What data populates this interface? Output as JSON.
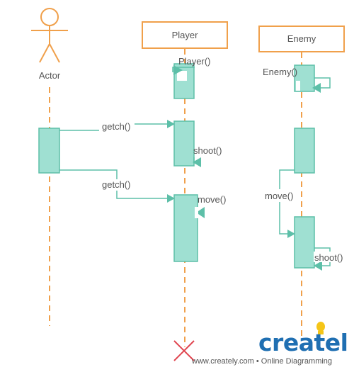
{
  "participants": {
    "actor": "Actor",
    "player": "Player",
    "enemy": "Enemy"
  },
  "messages": {
    "player_create": "Player()",
    "enemy_create": "Enemy()",
    "getch_1": "getch()",
    "getch_2": "getch()",
    "player_shoot": "shoot()",
    "player_move": "move()",
    "enemy_move": "move()",
    "enemy_shoot": "shoot()"
  },
  "branding": {
    "logo_text": "creately",
    "footer": "www.creately.com • Online Diagramming"
  },
  "colors": {
    "lifeline": "#F0A04B",
    "activation_fill": "#9FE0D2",
    "activation_stroke": "#5DBFA8",
    "arrow": "#5DBFA8",
    "destroy": "#E0454F",
    "logo_blue": "#1F6FB2",
    "logo_orange": "#F5A623",
    "bulb": "#F5C518"
  }
}
